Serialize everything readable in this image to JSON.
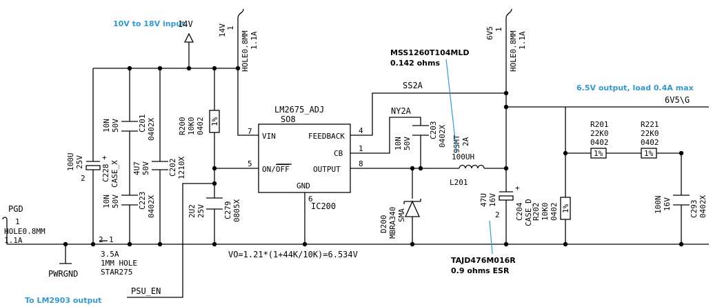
{
  "annotations": {
    "input_range": "10V to 18V input",
    "psu_en_note": "To LM2903 output",
    "output_note": "6.5V output, load 0.4A max",
    "inductor_part": "MSS1260T104MLD",
    "inductor_dcr": "0.142 ohms",
    "cap_part": "TAJD476M016R",
    "cap_esr": "0.9 ohms ESR",
    "formula": "VO=1.21*(1+44K/10K)=6.534V",
    "accent_color": "#3399cc"
  },
  "nets": {
    "v14": "14V",
    "v14_pin": "14V",
    "v6v5": "6V5",
    "v6v5g": "6V5\\G",
    "ss2a": "SS2A",
    "ny2a": "NY2A",
    "psu_en": "PSU_EN",
    "pgd": "PGD",
    "pwrgnd": "PWRGND"
  },
  "ic": {
    "part": "LM2675_ADJ",
    "package": "SO8",
    "ref": "IC200",
    "pins": {
      "vin": "VIN",
      "vin_num": "7",
      "onoff_a": "ON/",
      "onoff_b": "OFF",
      "onoff_num": "5",
      "gnd": "GND",
      "gnd_num": "6",
      "feedback": "FEEDBACK",
      "feedback_num": "4",
      "cb": "CB",
      "cb_num": "1",
      "output": "OUTPUT",
      "output_num": "8"
    }
  },
  "holes": {
    "h14": {
      "pin": "1",
      "l1": "HOLE0.8MM",
      "l2": "1.1A"
    },
    "h6v5": {
      "pin": "1",
      "l1": "HOLE0.8MM",
      "l2": "1.1A"
    },
    "pgd": {
      "pin": "1",
      "l1": "HOLE0.8MM",
      "l2": "1.1A"
    }
  },
  "star": {
    "pin2": "2",
    "pin1": "1",
    "l1": "3.5A",
    "l2": "1MM HOLE",
    "ref": "STAR275"
  },
  "components": {
    "c228": {
      "v": "100U",
      "r": "25V",
      "ref": "C228",
      "pkg": "CASE_X",
      "pin_pos": "+",
      "pin_num": "2"
    },
    "c201": {
      "v": "10N",
      "r": "50V",
      "ref": "C201",
      "pkg": "0402X"
    },
    "c223": {
      "v": "10N",
      "r": "50V",
      "ref": "C223",
      "pkg": "0402X"
    },
    "c202": {
      "v": "4U7",
      "r": "50V",
      "ref": "C202",
      "pkg": "1210X"
    },
    "r200": {
      "ref": "R200",
      "v": "10K0",
      "pkg": "0402",
      "tol": "1%"
    },
    "c279": {
      "v": "2U2",
      "r": "25V",
      "ref": "C279",
      "pkg": "0805X"
    },
    "c203": {
      "v": "10N",
      "r": "50V",
      "ref": "C203",
      "pkg": "0402X"
    },
    "d200": {
      "ref": "D200",
      "part": "MBRA340",
      "pkg": "SMA"
    },
    "l201": {
      "l1": "9SMT",
      "l2": "2A",
      "v": "100UH",
      "ref": "L201"
    },
    "c204": {
      "v": "47U",
      "r": "16V",
      "ref": "C204",
      "pkg": "CASE_D",
      "pin_pos": "+",
      "pin_num": "2"
    },
    "r202": {
      "ref": "R202",
      "v": "10K0",
      "pkg": "0402",
      "tol": "1%"
    },
    "r201": {
      "ref": "R201",
      "v": "22K0",
      "pkg": "0402",
      "tol": "1%"
    },
    "r221": {
      "ref": "R221",
      "v": "22K0",
      "pkg": "0402",
      "tol": "1%"
    },
    "c293": {
      "v": "100N",
      "r": "16V",
      "ref": "C293",
      "pkg": "0402X"
    }
  }
}
